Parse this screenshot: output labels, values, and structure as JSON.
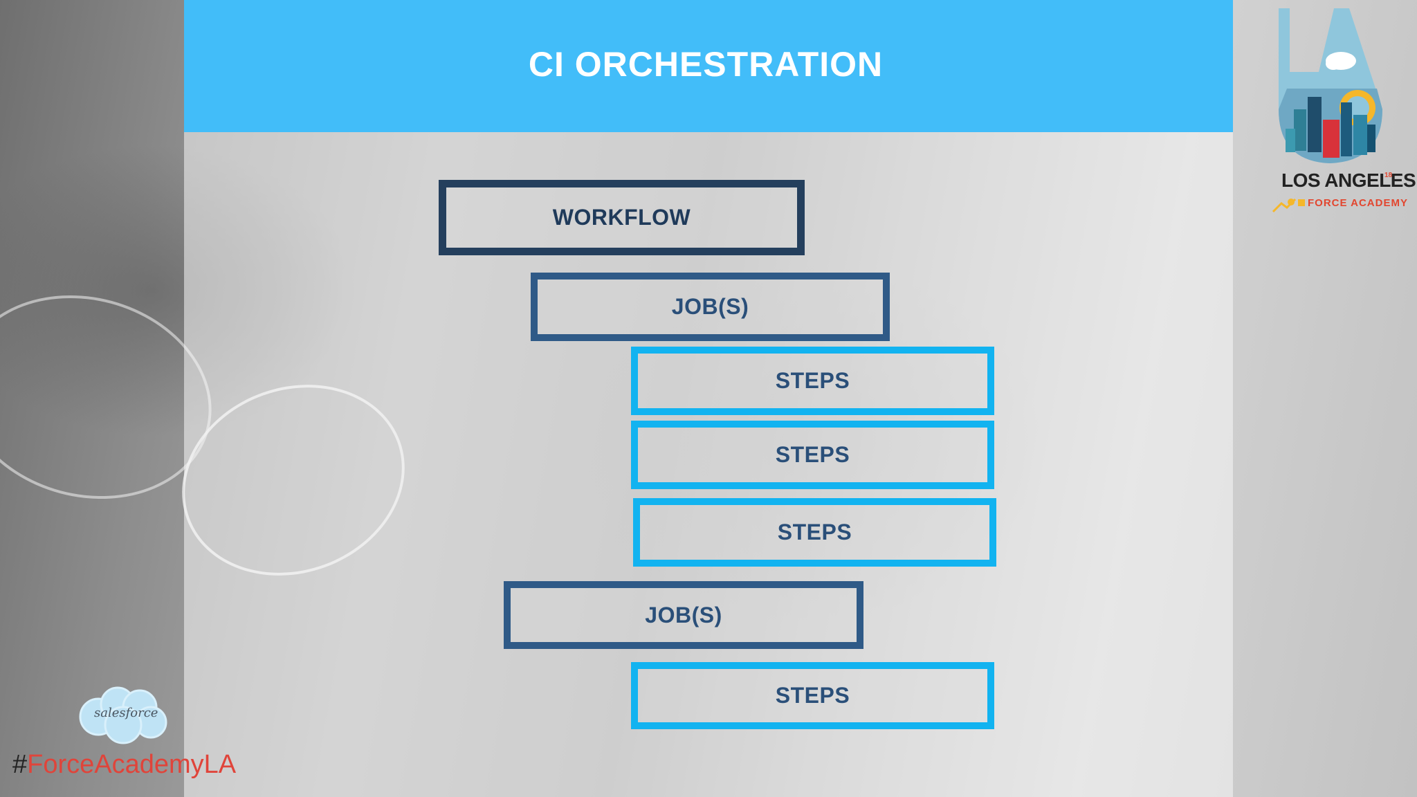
{
  "slide": {
    "title": "CI ORCHESTRATION",
    "colors": {
      "header_blue": "#42bdf9",
      "dark_border": "#243f5d",
      "mid_border": "#2f5a87",
      "light_border": "#12b3f0",
      "brand_red": "#e2462f"
    }
  },
  "diagram": {
    "nodes": [
      {
        "label": "WORKFLOW",
        "level": "workflow"
      },
      {
        "label": "JOB(S)",
        "level": "job"
      },
      {
        "label": "STEPS",
        "level": "step"
      },
      {
        "label": "STEPS",
        "level": "step"
      },
      {
        "label": "STEPS",
        "level": "step"
      },
      {
        "label": "JOB(S)",
        "level": "job"
      },
      {
        "label": "STEPS",
        "level": "step"
      }
    ]
  },
  "branding": {
    "event_logo": "los-angeles-city-skyline-logo",
    "event_title": "LOS ANGELES",
    "event_superscript": "18",
    "event_subtitle": "FORCE ACADEMY",
    "partner_logo": "salesforce-cloud-logo",
    "partner_logo_text": "salesforce",
    "hashtag_symbol": "#",
    "hashtag_text": "ForceAcademyLA"
  }
}
